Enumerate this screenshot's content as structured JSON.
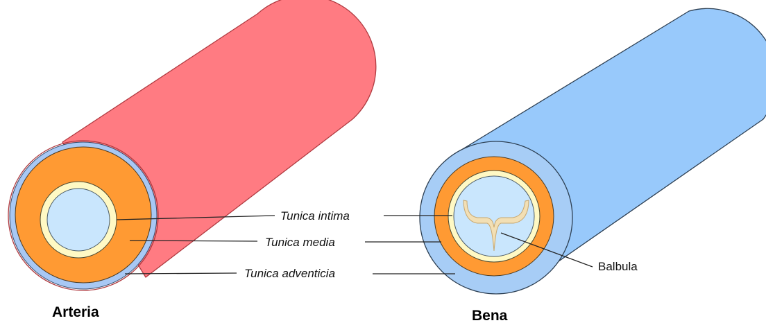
{
  "captions": {
    "artery": "Arteria",
    "vein": "Bena"
  },
  "layer_labels": {
    "intima": "Tunica intima",
    "media": "Tunica media",
    "adventicia": "Tunica adventicia"
  },
  "valve_label": "Balbula",
  "colors": {
    "artery_body": "#ff7b82",
    "artery_body_stroke": "#b03a40",
    "vein_body": "#98c9fb",
    "vein_body_stroke": "#2d3f52",
    "adventitia": "#a8c8f4",
    "vein_adventitia": "#a7cdf6",
    "media": "#ff9a33",
    "intima": "#fff9c4",
    "lumen": "#c9e6fd",
    "valve": "#f2dfb4"
  }
}
